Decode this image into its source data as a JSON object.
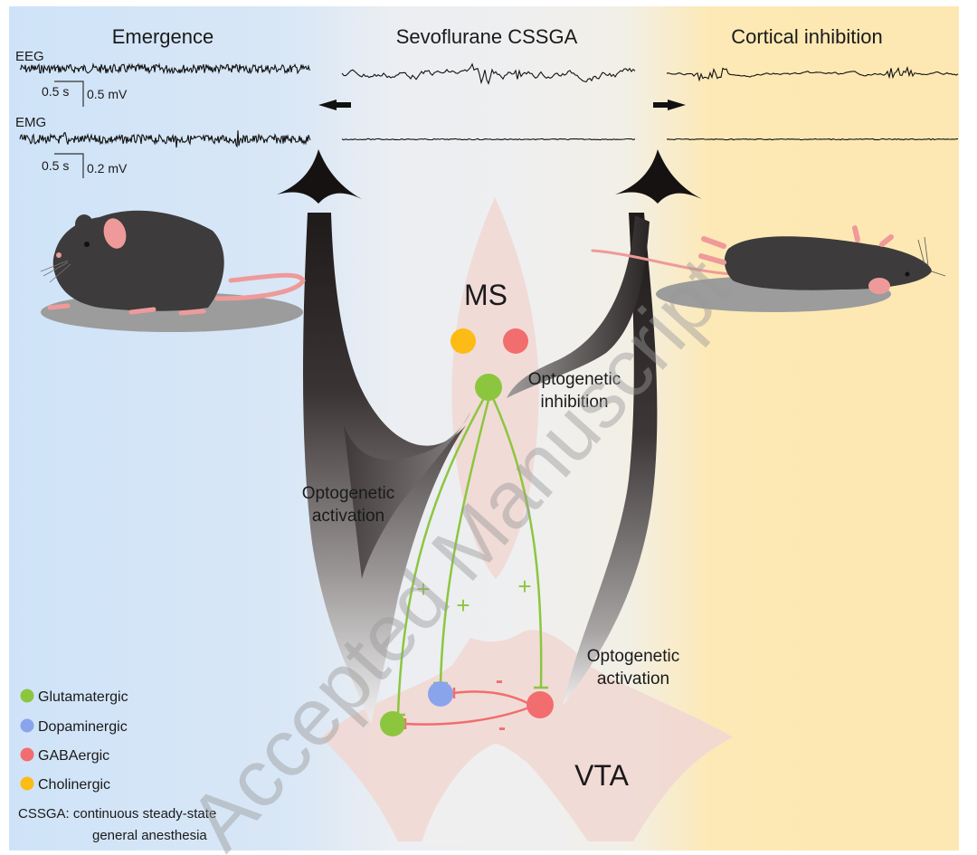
{
  "panels": {
    "left": {
      "title": "Emergence"
    },
    "center": {
      "title": "Sevoflurane CSSGA"
    },
    "right": {
      "title": "Cortical inhibition"
    }
  },
  "traces": {
    "eeg_label": "EEG",
    "emg_label": "EMG",
    "eeg_scale": {
      "time": "0.5 s",
      "amplitude": "0.5 mV"
    },
    "emg_scale": {
      "time": "0.5 s",
      "amplitude": "0.2 mV"
    }
  },
  "regions": {
    "ms": "MS",
    "vta": "VTA"
  },
  "annotations": {
    "ms_inhibition": [
      "Optogenetic",
      "inhibition"
    ],
    "left_activation": [
      "Optogenetic",
      "activation"
    ],
    "right_activation": [
      "Optogenetic",
      "activation"
    ]
  },
  "signs": {
    "plus": "+",
    "minus": "-"
  },
  "legend": {
    "items": [
      {
        "label": "Glutamatergic",
        "color": "#8cc63f"
      },
      {
        "label": "Dopaminergic",
        "color": "#8aa4ec"
      },
      {
        "label": "GABAergic",
        "color": "#f26d6d"
      },
      {
        "label": "Cholinergic",
        "color": "#fdbb16"
      }
    ],
    "footnote": [
      "CSSGA: continuous steady-state",
      "general anesthesia"
    ]
  },
  "watermark": "Accepted Manuscript",
  "colors": {
    "bg_left": "#cfe3f8",
    "bg_center": "#efefef",
    "bg_right": "#fde9b5",
    "region_pink": "#f1d8d4",
    "glutamate": "#8cc63f",
    "gaba": "#f26d6d",
    "dopamine": "#8aa4ec",
    "acetylcholine": "#fdbb16",
    "arrow_dark": "#231f1e",
    "mouse_body": "#3d3b3c",
    "mouse_pink": "#ef9a9a",
    "shadow": "#9c9c9c"
  }
}
